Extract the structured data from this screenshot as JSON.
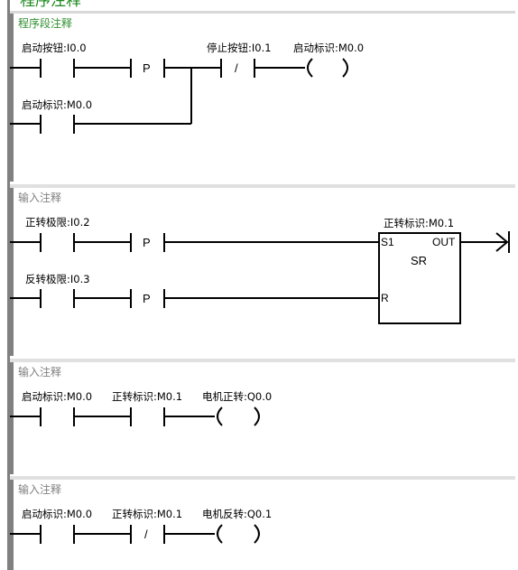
{
  "title": "程序注释",
  "networks": [
    {
      "comment": "程序段注释",
      "elements": {
        "c1": "启动按钮:I0.0",
        "p1": "P",
        "c2": "停止按钮:I0.1",
        "c2_sym": "/",
        "coil": "启动标识:M0.0",
        "c3": "启动标识:M0.0"
      }
    },
    {
      "comment": "输入注释",
      "elements": {
        "c1": "正转极限:I0.2",
        "p1": "P",
        "c2": "反转极限:I0.3",
        "p2": "P",
        "box_label": "正转标识:M0.1",
        "box_name": "SR",
        "pin_s1": "S1",
        "pin_r": "R",
        "pin_out": "OUT"
      }
    },
    {
      "comment": "输入注释",
      "elements": {
        "c1": "启动标识:M0.0",
        "c2": "正转标识:M0.1",
        "coil": "电机正转:Q0.0"
      }
    },
    {
      "comment": "输入注释",
      "elements": {
        "c1": "启动标识:M0.0",
        "c2": "正转标识:M0.1",
        "c2_sym": "/",
        "coil": "电机反转:Q0.1"
      }
    }
  ],
  "colors": {
    "title": "#1f8a1f",
    "comment_first": "#2f8f2f",
    "comment_other": "#808080",
    "rail": "#808080",
    "divider": "#c8c8c8"
  }
}
